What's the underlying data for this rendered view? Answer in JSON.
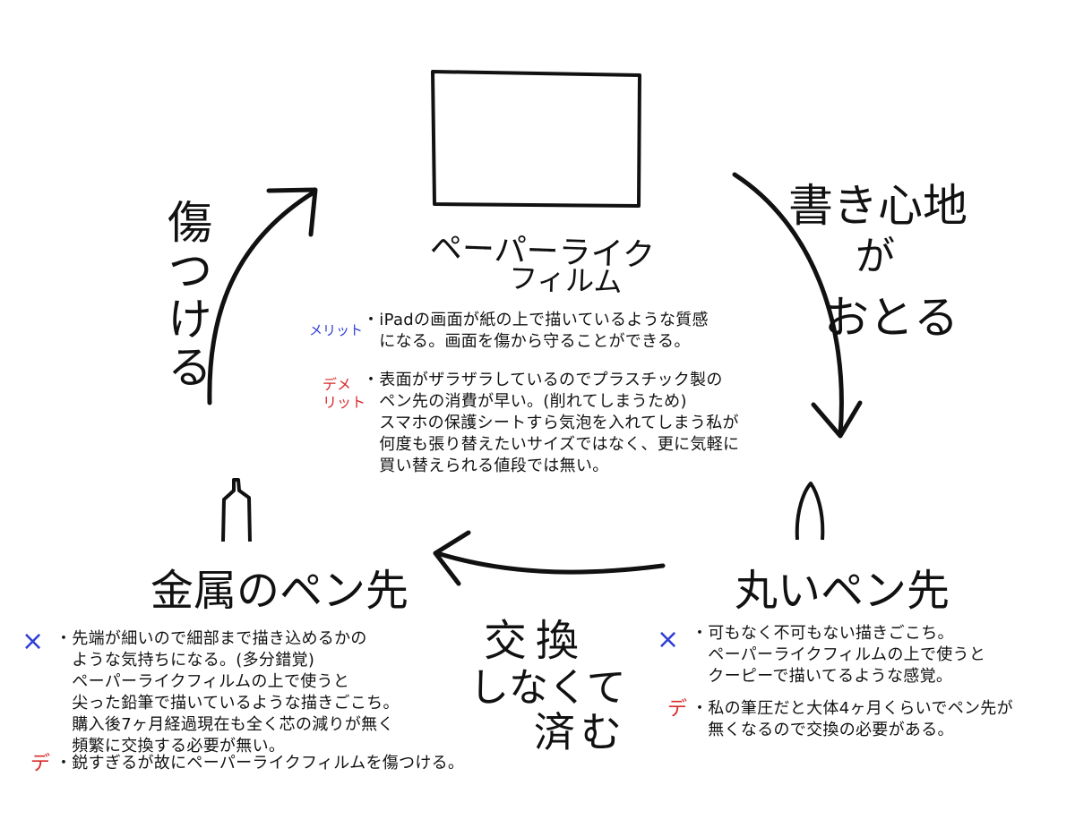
{
  "colors": {
    "ink": "#111111",
    "merit": "#2f3fd6",
    "demerit": "#d92b2b",
    "background": "#ffffff"
  },
  "film": {
    "title_line1": "ペーパーライク",
    "title_line2": "フィルム",
    "merit_tag": "メリット",
    "merit_text": "・iPadの画面が紙の上で描いているような質感\n　になる。画面を傷から守ることができる。",
    "demerit_tag": "デメ\nリット",
    "demerit_text": "・表面がザラザラしているのでプラスチック製の\n　ペン先の消費が早い。(削れてしまうため)\n　スマホの保護シートすら気泡を入れてしまう私が\n　何度も張り替えたいサイズではなく、更に気軽に\n　買い替えられる値段では無い。"
  },
  "arrows": {
    "right_label": [
      "書き心地",
      "が",
      "おとる"
    ],
    "left_label": "傷つける",
    "bottom_label": [
      "交換",
      "しなくて",
      "済む"
    ]
  },
  "metal_pen": {
    "title": "金属のペン先",
    "merit_mark": "×",
    "merit_text": "・先端が細いので細部まで描き込めるかの\n　ような気持ちになる。(多分錯覚)\n　ペーパーライクフィルムの上で使うと\n　尖った鉛筆で描いているような描きごこち。\n　購入後7ヶ月経過現在も全く芯の減りが無く\n　頻繁に交換する必要が無い。",
    "demerit_mark": "デ",
    "demerit_text": "・鋭すぎるが故にペーパーライクフィルムを傷つける。"
  },
  "round_pen": {
    "title": "丸いペン先",
    "merit_mark": "×",
    "merit_text": "・可もなく不可もない描きごこち。\n　ペーパーライクフィルムの上で使うと\n　クーピーで描いてるような感覚。",
    "demerit_mark": "デ",
    "demerit_text": "・私の筆圧だと大体4ヶ月くらいでペン先が\n　無くなるので交換の必要がある。"
  }
}
